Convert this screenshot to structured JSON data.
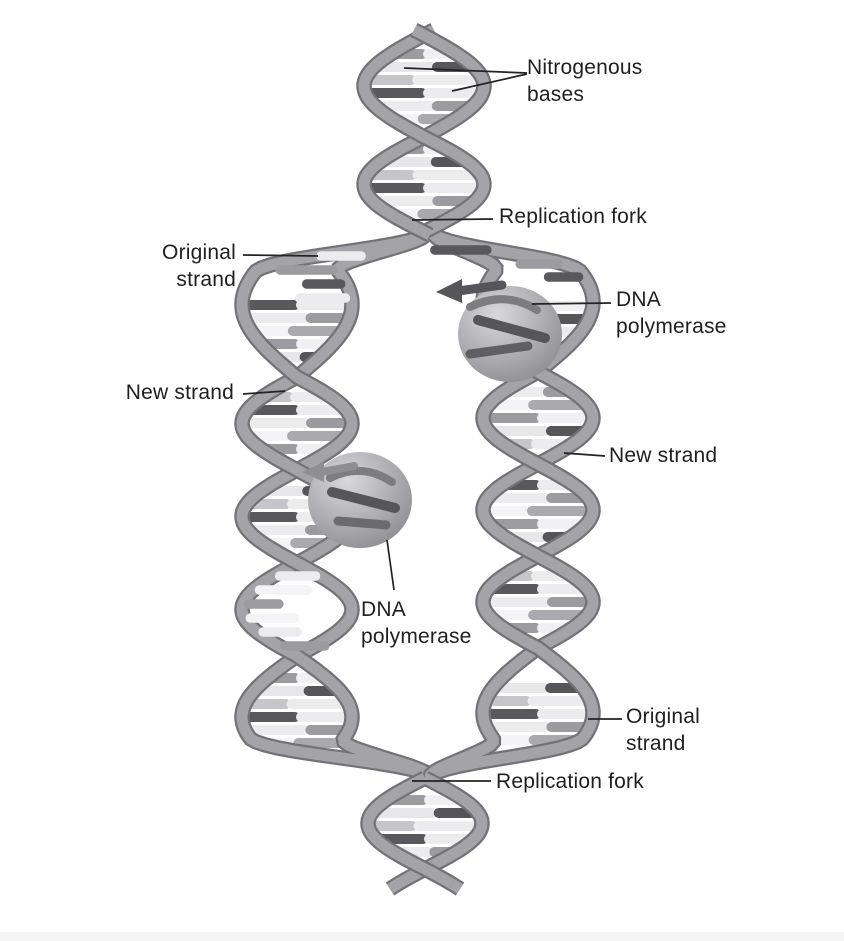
{
  "labels": {
    "nitrogenous_bases": {
      "line1": "Nitrogenous",
      "line2": "bases"
    },
    "replication_fork_top": {
      "text": "Replication fork"
    },
    "original_strand_left": {
      "line1": "Original",
      "line2": "strand"
    },
    "dna_polymerase_right": {
      "line1": "DNA",
      "line2": "polymerase"
    },
    "new_strand_left": {
      "text": "New strand"
    },
    "new_strand_right": {
      "text": "New strand"
    },
    "dna_polymerase_left": {
      "line1": "DNA",
      "line2": "polymerase"
    },
    "original_strand_right": {
      "line1": "Original",
      "line2": "strand"
    },
    "replication_fork_bottom": {
      "text": "Replication fork"
    }
  },
  "colors": {
    "background": "#ffffff",
    "bottom_band": "#f5f5f5",
    "ribbon_main": "#a4a4a8",
    "ribbon_edge": "#737377",
    "base_dark": "#58585d",
    "base_mid": "#9b9ba0",
    "base_light": "#ececef",
    "base_white": "#f4f4f6",
    "polymerase_center": "#d9d9dd",
    "polymerase_mid": "#b6b6bb",
    "polymerase_edge": "#8c8c91",
    "nucleotide_dark": "#55555a",
    "nucleotide_gray": "#8e8e93",
    "label_text": "#1f1f1f",
    "pointer_line": "#232323"
  }
}
